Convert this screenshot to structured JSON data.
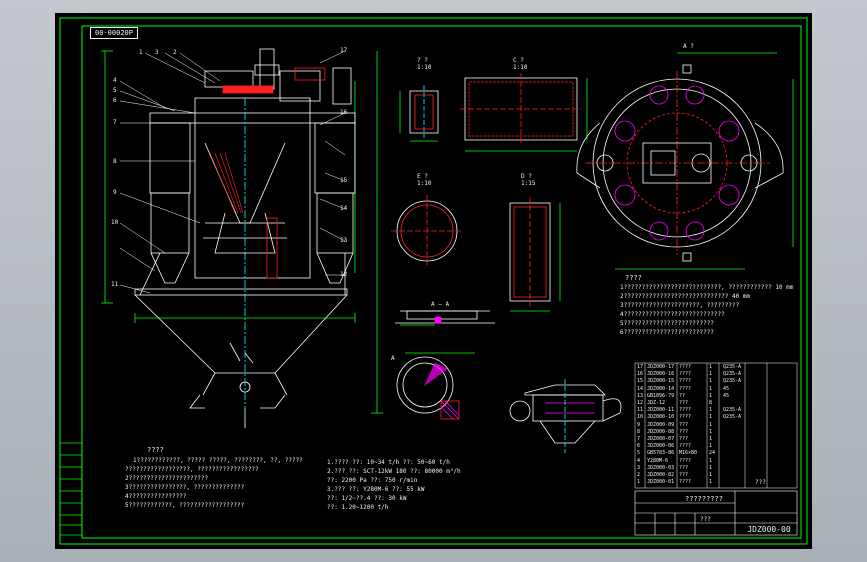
{
  "window": {
    "title": "CAD drawing viewer"
  },
  "drawing": {
    "code_tag": "00-00020P",
    "drawing_number": "JDZ000-00",
    "title_block_name": "?????????",
    "title_block_sub": "???",
    "scale_note": "???"
  },
  "views": {
    "view_A": "A ?",
    "view_B": "? ?",
    "view_B_scale": "1:10",
    "view_C": "C ?",
    "view_C_scale": "1:10",
    "view_E": "E ?",
    "view_E_scale": "1:10",
    "view_D": "D ?",
    "view_D_scale": "1:15",
    "section_AA": "A — A",
    "detail_label": "A"
  },
  "callouts": [
    "1",
    "2",
    "3",
    "4",
    "5",
    "6",
    "7",
    "8",
    "9",
    "10",
    "11",
    "12",
    "13",
    "14",
    "15",
    "16",
    "17"
  ],
  "notes_left": {
    "title": "????",
    "lines": [
      "1????????????, ????? ?????, ????????, ??, ?????",
      "??????????????????, ?????????????????",
      "2??????????????????????",
      "3????????????????, ??????????????",
      "4????????????????",
      "5????????????, ??????????????????"
    ]
  },
  "specs": {
    "lines": [
      "1.???? ??: 10~34 t/h          ??: 50~60 t/h",
      "2.???   ??: SCT-12kW 180      ??: 80000 m³/h",
      "        ??: 2200 Pa            ??: 750 r/min",
      "3.???   ??: Y280M-6            ??: 55 kW",
      "        ??: 1/2~??.4           ??: 30 kW",
      "        ??: 1.20~1200 t/h"
    ]
  },
  "notes_right": {
    "title": "????",
    "lines": [
      "1???????????????????????????, ???????????? 10 mm",
      "2????????????????????????????? 40 mm",
      "3?????????????????????, ?????????",
      "4????????????????????????????",
      "5?????????????????????????",
      "6?????????????????????????"
    ]
  },
  "bom": [
    {
      "no": "17",
      "code": "JDZ000-17",
      "name": "????",
      "qty": "1",
      "mat": "Q235-A"
    },
    {
      "no": "16",
      "code": "JDZ000-16",
      "name": "????",
      "qty": "1",
      "mat": "Q235-A"
    },
    {
      "no": "15",
      "code": "JDZ000-15",
      "name": "????",
      "qty": "1",
      "mat": "Q235-A"
    },
    {
      "no": "14",
      "code": "JDZ000-14",
      "name": "????",
      "qty": "1",
      "mat": "45"
    },
    {
      "no": "13",
      "code": "GB1096-79",
      "name": "??",
      "qty": "1",
      "mat": "45"
    },
    {
      "no": "12",
      "code": "JDZ-12",
      "name": "???",
      "qty": "8",
      "mat": ""
    },
    {
      "no": "11",
      "code": "JDZ000-11",
      "name": "????",
      "qty": "1",
      "mat": "Q235-A"
    },
    {
      "no": "10",
      "code": "JDZ000-10",
      "name": "????",
      "qty": "1",
      "mat": "Q235-A"
    },
    {
      "no": "9",
      "code": "JDZ000-09",
      "name": "???",
      "qty": "1",
      "mat": ""
    },
    {
      "no": "8",
      "code": "JDZ000-08",
      "name": "???",
      "qty": "1",
      "mat": ""
    },
    {
      "no": "7",
      "code": "JDZ000-07",
      "name": "???",
      "qty": "1",
      "mat": ""
    },
    {
      "no": "6",
      "code": "JDZ000-06",
      "name": "????",
      "qty": "1",
      "mat": ""
    },
    {
      "no": "5",
      "code": "GB5783-86",
      "name": "M16×80",
      "qty": "24",
      "mat": ""
    },
    {
      "no": "4",
      "code": "Y280M-6",
      "name": "????",
      "qty": "1",
      "mat": ""
    },
    {
      "no": "3",
      "code": "JDZ000-03",
      "name": "???",
      "qty": "1",
      "mat": ""
    },
    {
      "no": "2",
      "code": "JDZ000-02",
      "name": "???",
      "qty": "1",
      "mat": ""
    },
    {
      "no": "1",
      "code": "JDZ000-01",
      "name": "????",
      "qty": "1",
      "mat": ""
    }
  ],
  "colors": {
    "background": "#000000",
    "frame": "#00ff00",
    "geometry": "#ffffff",
    "hidden": "#ff2020",
    "hatch": "#ff00ff",
    "centerline": "#00ffff",
    "dimension": "#00ff00"
  }
}
